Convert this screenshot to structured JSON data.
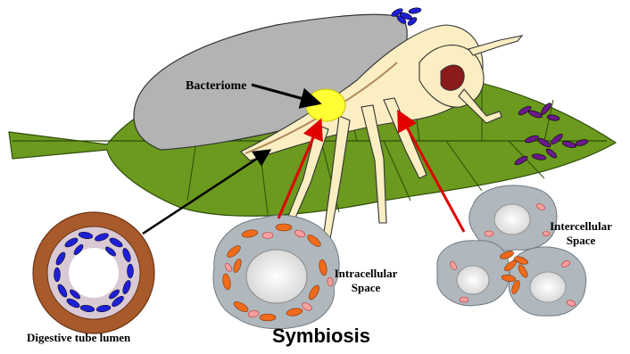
{
  "labels": {
    "bacteriome": "Bacteriome",
    "intracellular_line1": "Intracellular",
    "intracellular_line2": "Space",
    "intercellular_line1": "Intercellular",
    "intercellular_line2": "Space",
    "digestive_lumen": "Digestive tube lumen",
    "title": "Symbiosis"
  },
  "colors": {
    "leaf": "#6b9a1f",
    "wing": "#b3b3b3",
    "insect_body": "#fbeec2",
    "bacteriome": "#ffff33",
    "eye": "#8b1a1a",
    "bacteria_blue": "#1f1fd6",
    "bacteria_purple": "#6a1a8a",
    "bacteria_orange": "#ef6a1a",
    "cell_gray": "#b0b8bd",
    "gut_brown": "#a85a2a",
    "arrow_red": "#e00000",
    "arrow_black": "#000000"
  }
}
